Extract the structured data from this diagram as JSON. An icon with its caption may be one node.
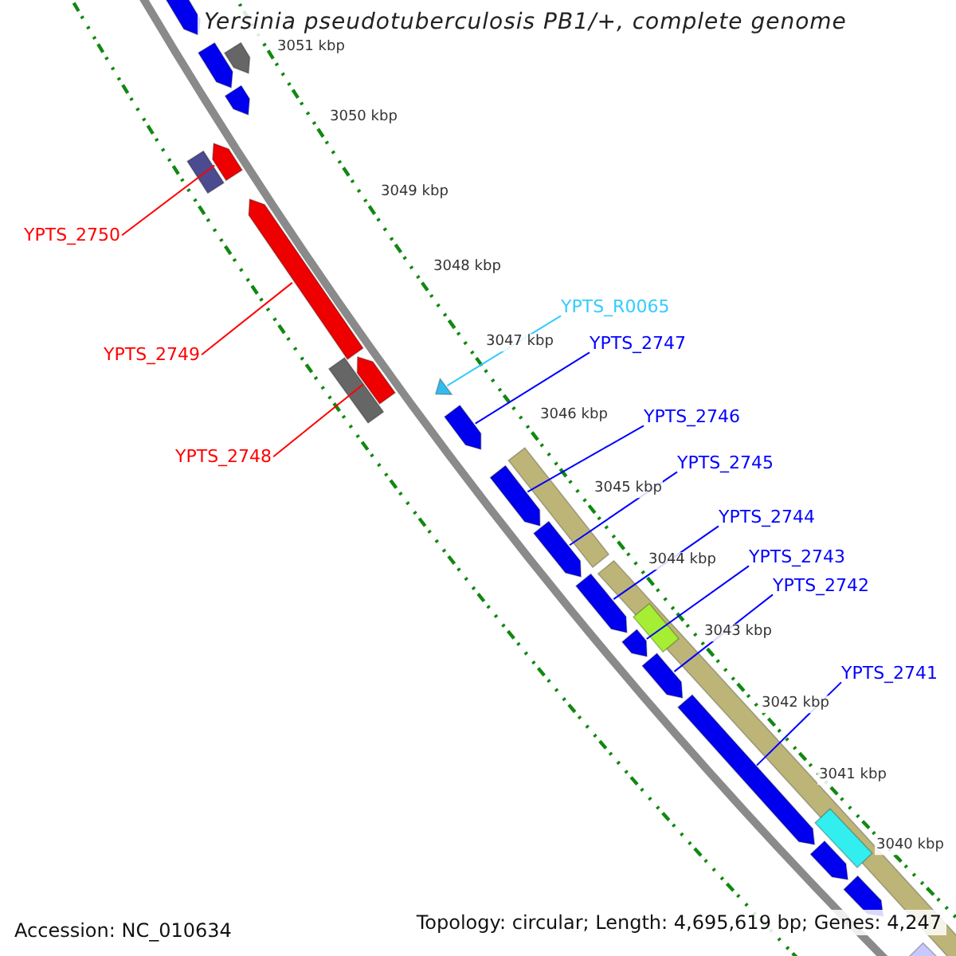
{
  "diagram": {
    "title": "Yersinia pseudotuberculosis PB1/+, complete genome",
    "nodes": [
      {
        "text": [
          "YPTS_2750"
        ]
      },
      {
        "text": [
          "YPTS_R0065"
        ]
      },
      {
        "text": [
          "YPTS_2747"
        ]
      },
      {
        "text": [
          "YPTS_2749"
        ]
      },
      {
        "text": [
          "YPTS_2746"
        ]
      },
      {
        "text": [
          "YPTS_2748"
        ]
      },
      {
        "text": [
          "YPTS_2745"
        ]
      },
      {
        "text": [
          "YPTS_2744"
        ]
      },
      {
        "text": [
          "YPTS_2743"
        ]
      },
      {
        "text": [
          "YPTS_2742"
        ]
      },
      {
        "text": [
          "YPTS_2741"
        ]
      },
      {
        "text": [],
        "shape": "arrow"
      },
      {
        "text": [],
        "shape": "arrow"
      },
      {
        "text": [],
        "shape": "arrow"
      },
      {
        "text": [],
        "shape": "arrow"
      },
      {
        "text": [],
        "shape": "arrow"
      },
      {
        "text": [],
        "shape": "box"
      },
      {
        "text": [],
        "shape": "arrow"
      },
      {
        "text": [],
        "shape": "arrow"
      },
      {
        "text": [],
        "shape": "box"
      },
      {
        "text": [],
        "shape": "triangle"
      },
      {
        "text": [],
        "shape": "arrow"
      },
      {
        "text": [],
        "shape": "arrow"
      },
      {
        "text": [],
        "shape": "arrow"
      },
      {
        "text": [],
        "shape": "arrow"
      },
      {
        "text": [],
        "shape": "arrow"
      },
      {
        "text": [],
        "shape": "arrow"
      },
      {
        "text": [],
        "shape": "arrow"
      },
      {
        "text": [],
        "shape": "arrow"
      },
      {
        "text": [],
        "shape": "arrow"
      },
      {
        "text": [],
        "shape": "arrow"
      }
    ],
    "edges": [
      {
        "from": 0,
        "to": 15,
        "arrow": "none",
        "color": "#ff0000"
      },
      {
        "from": 1,
        "to": 20,
        "arrow": "none",
        "color": "#33ccff"
      },
      {
        "from": 2,
        "to": 21,
        "arrow": "none"
      },
      {
        "from": 3,
        "to": 17,
        "arrow": "none",
        "color": "#ff0000"
      },
      {
        "from": 4,
        "to": 22,
        "arrow": "none"
      },
      {
        "from": 5,
        "to": 18,
        "arrow": "none",
        "color": "#ff0000"
      },
      {
        "from": 6,
        "to": 23,
        "arrow": "none"
      },
      {
        "from": 7,
        "to": 24,
        "arrow": "none"
      },
      {
        "from": 8,
        "to": 25,
        "arrow": "none"
      },
      {
        "from": 9,
        "to": 26,
        "arrow": "none"
      },
      {
        "from": 10,
        "to": 27,
        "arrow": "none"
      }
    ],
    "labels": [
      "3051 kbp",
      "3050 kbp",
      "3049 kbp",
      "3048 kbp",
      "3047 kbp",
      "3046 kbp",
      "3045 kbp",
      "3044 kbp",
      "3043 kbp",
      "3042 kbp",
      "3041 kbp",
      "3040 kbp",
      "Accession: NC_010634",
      "Topology: circular; Length: 4,695,619 bp; Genes: 4,247"
    ]
  }
}
